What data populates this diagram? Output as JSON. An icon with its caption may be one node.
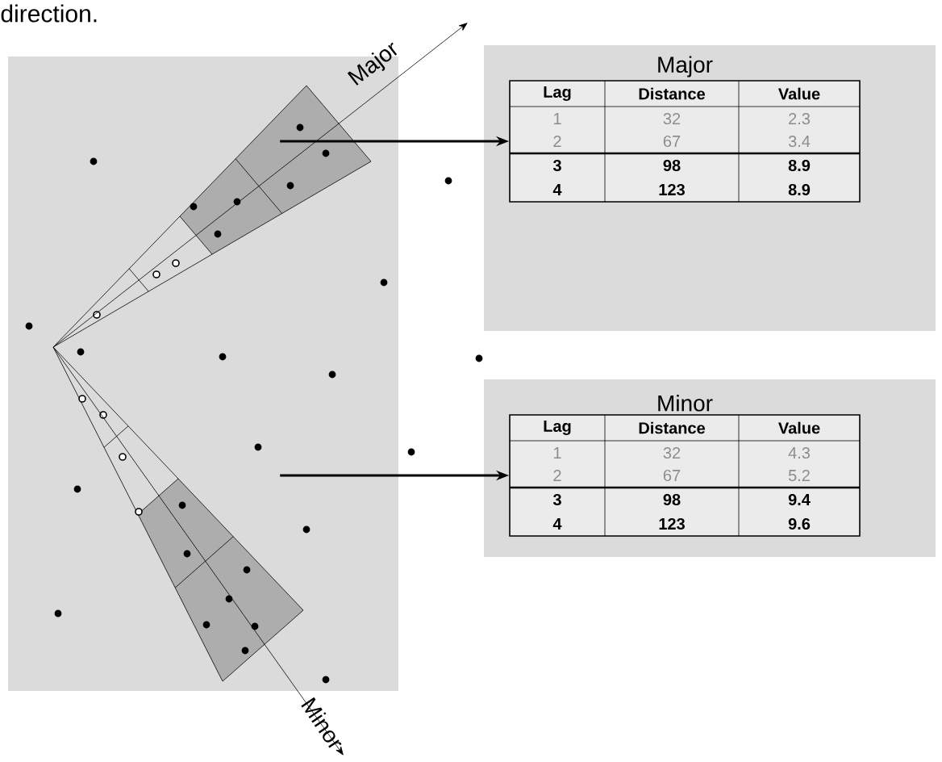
{
  "diagram": {
    "nodes": [
      {
        "text": [
          "Major",
          "Lag",
          "Distance",
          "Value",
          "1",
          "32",
          "2.3",
          "2",
          "67",
          "3.4",
          "3",
          "98",
          "8.9",
          "4",
          "123",
          "8.9"
        ]
      },
      {
        "text": [
          "Minor",
          "Lag",
          "Distance",
          "Value",
          "1",
          "32",
          "4.3",
          "2",
          "67",
          "5.2",
          "3",
          "98",
          "9.4",
          "4",
          "123",
          "9.6"
        ]
      }
    ],
    "edges": [
      {
        "from": null,
        "to": 0,
        "arrow": "to"
      },
      {
        "from": null,
        "to": 1,
        "arrow": "to"
      }
    ],
    "labels": [
      "direction.",
      "Major",
      "Minor"
    ]
  }
}
